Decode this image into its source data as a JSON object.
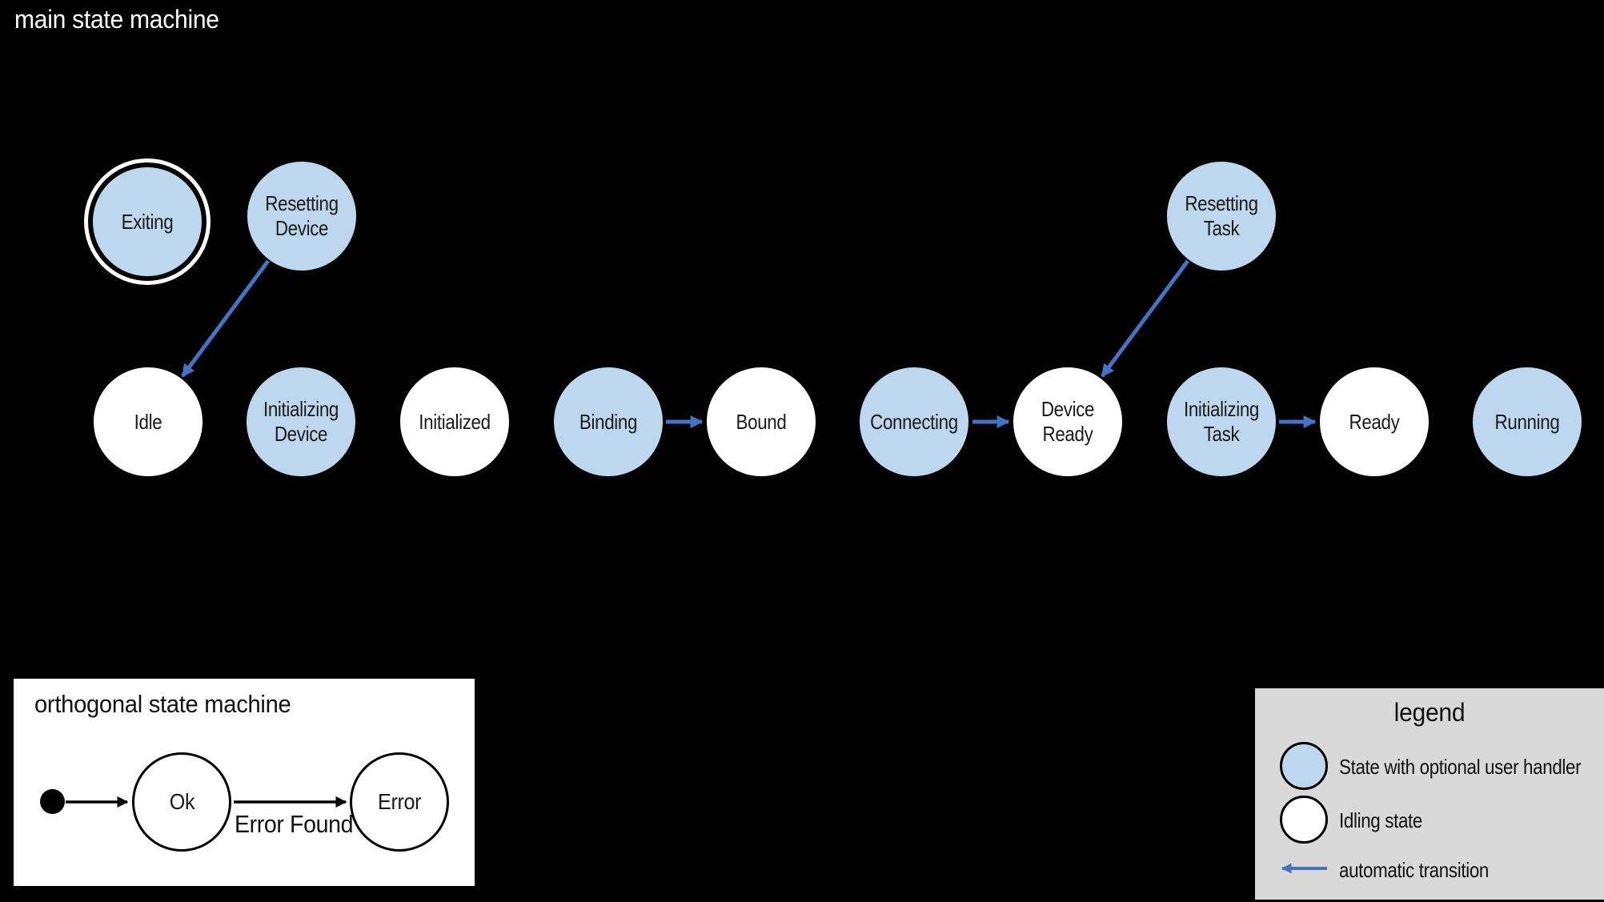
{
  "colors": {
    "background": "#000000",
    "handler_state_fill": "#bdd7ee",
    "idling_state_fill": "#ffffff",
    "automatic_transition_blue": "#4472c4",
    "legend_background": "#d9d9d9",
    "state_outline": "#000000",
    "final_state_ring": "#ffffff"
  },
  "main_machine": {
    "title": "main state machine",
    "states": [
      {
        "label": "Exiting",
        "type": "handler",
        "final": true
      },
      {
        "label": "Resetting Device",
        "type": "handler"
      },
      {
        "label": "Resetting Task",
        "type": "handler"
      },
      {
        "label": "Idle",
        "type": "idling"
      },
      {
        "label": "Initializing Device",
        "type": "handler"
      },
      {
        "label": "Initialized",
        "type": "idling"
      },
      {
        "label": "Binding",
        "type": "handler"
      },
      {
        "label": "Bound",
        "type": "idling"
      },
      {
        "label": "Connecting",
        "type": "handler"
      },
      {
        "label": "Device Ready",
        "type": "idling"
      },
      {
        "label": "Initializing Task",
        "type": "handler"
      },
      {
        "label": "Ready",
        "type": "idling"
      },
      {
        "label": "Running",
        "type": "handler"
      }
    ],
    "transitions": [
      {
        "from": "Resetting Device",
        "to": "Idle",
        "automatic": true
      },
      {
        "from": "Resetting Task",
        "to": "Device Ready",
        "automatic": true
      },
      {
        "from": "Binding",
        "to": "Bound",
        "automatic": true
      },
      {
        "from": "Connecting",
        "to": "Device Ready",
        "automatic": true
      },
      {
        "from": "Initializing Task",
        "to": "Ready",
        "automatic": true
      }
    ]
  },
  "orthogonal_machine": {
    "title": "orthogonal state machine",
    "states": [
      {
        "label": "Ok"
      },
      {
        "label": "Error"
      }
    ],
    "transitions": [
      {
        "from": "initial",
        "to": "Ok",
        "label": ""
      },
      {
        "from": "Ok",
        "to": "Error",
        "label": "Error Found"
      }
    ]
  },
  "legend": {
    "title": "legend",
    "items": [
      {
        "symbol": "handler-state-circle",
        "label": "State with optional user handler"
      },
      {
        "symbol": "idling-state-circle",
        "label": "Idling state"
      },
      {
        "symbol": "blue-left-arrow",
        "label": "automatic transition"
      }
    ]
  }
}
